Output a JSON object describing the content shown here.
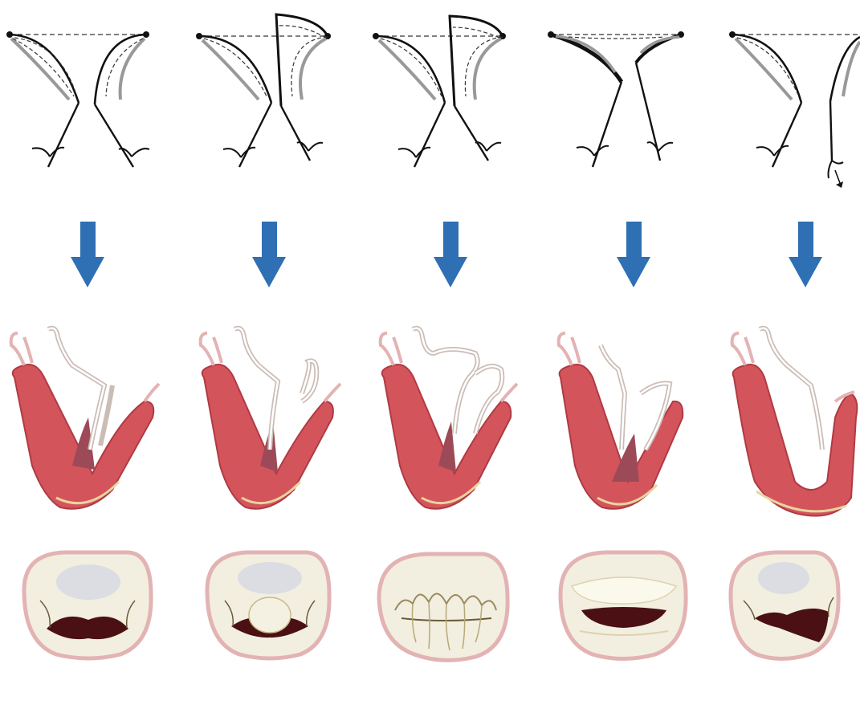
{
  "figure": {
    "panel_count": 5,
    "rows": [
      "leaflet-motion-schematic",
      "down-arrow",
      "heart-long-axis-section",
      "valve-en-face-view"
    ],
    "panels": [
      {
        "id": "panel-1",
        "schematic": "symmetric-leaflets",
        "valve": "narrow-crescent-gap"
      },
      {
        "id": "panel-2",
        "schematic": "right-leaflet-prolapse",
        "valve": "scallop-prolapse"
      },
      {
        "id": "panel-3",
        "schematic": "billowing-leaflet",
        "valve": "redundant-folded-leaflets"
      },
      {
        "id": "panel-4",
        "schematic": "tethered-bold-leaflets",
        "valve": "wide-central-gap"
      },
      {
        "id": "panel-5",
        "schematic": "flail-with-rupture-arrow",
        "valve": "flail-gap"
      }
    ]
  },
  "colors": {
    "arrow": "#2f6fb3",
    "schematic_line": "#111111",
    "schematic_gray": "#8a8a8a",
    "myocardium": "#d4545c",
    "myocardium_dark": "#b03a43",
    "leaflet": "#f2efe0",
    "annulus_ring": "#e3b3b3",
    "valve_shadow": "#4a1014"
  }
}
